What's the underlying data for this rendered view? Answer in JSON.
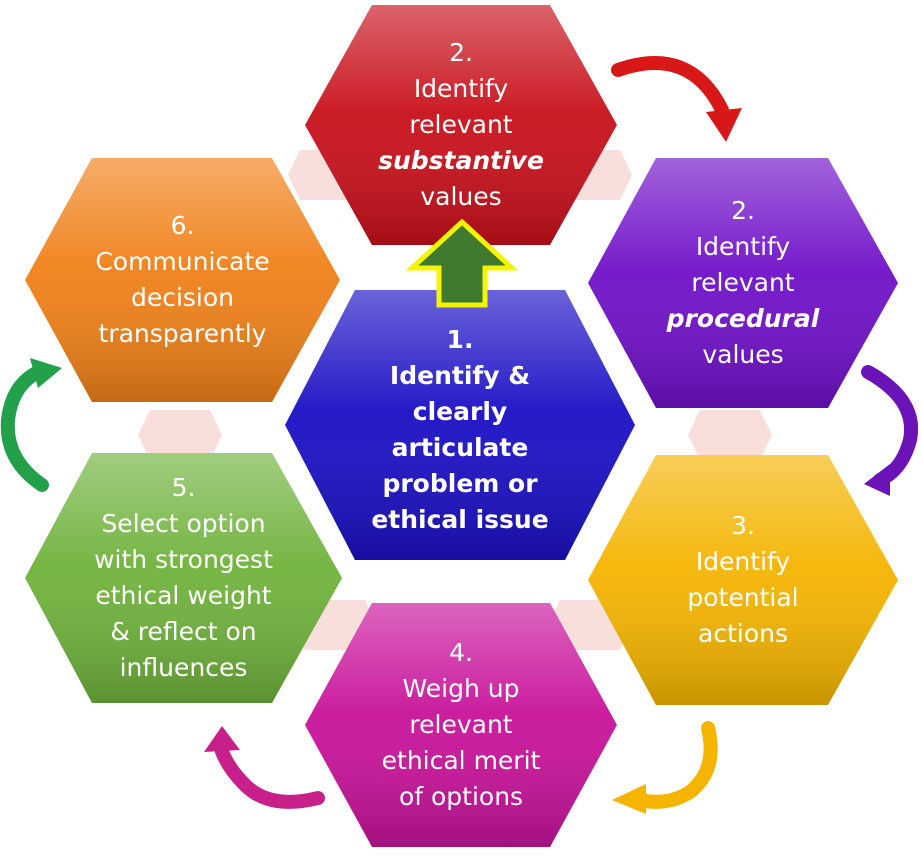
{
  "steps": {
    "center": {
      "lines": [
        "1.",
        "Identify &",
        "clearly",
        "articulate",
        "problem or",
        "ethical issue"
      ],
      "color": "#1a0fc4"
    },
    "substantive": {
      "lines": [
        "2.",
        "Identify",
        "relevant",
        "substantive",
        "values"
      ],
      "color": "#c8101a"
    },
    "procedural": {
      "lines": [
        "2.",
        "Identify",
        "relevant",
        "procedural",
        "values"
      ],
      "color": "#6f10c8"
    },
    "actions": {
      "lines": [
        "3.",
        "Identify",
        "potential",
        "actions"
      ],
      "color": "#f4b400"
    },
    "weigh": {
      "lines": [
        "4.",
        "Weigh up",
        "relevant",
        "ethical merit",
        "of options"
      ],
      "color": "#c8129a"
    },
    "select": {
      "lines": [
        "5.",
        "Select option",
        "with strongest",
        "ethical weight",
        "& reflect on",
        "influences"
      ],
      "color": "#6fb23b"
    },
    "communicate": {
      "lines": [
        "6.",
        "Communicate",
        "decision",
        "transparently"
      ],
      "color": "#f08018"
    }
  },
  "arrows": {
    "red": "#d81818",
    "purple": "#6a14b8",
    "yellow": "#f4b400",
    "magenta": "#c8208a",
    "green": "#22a04a",
    "up_fill": "#3f7a2e",
    "up_stroke": "#f4f400"
  }
}
